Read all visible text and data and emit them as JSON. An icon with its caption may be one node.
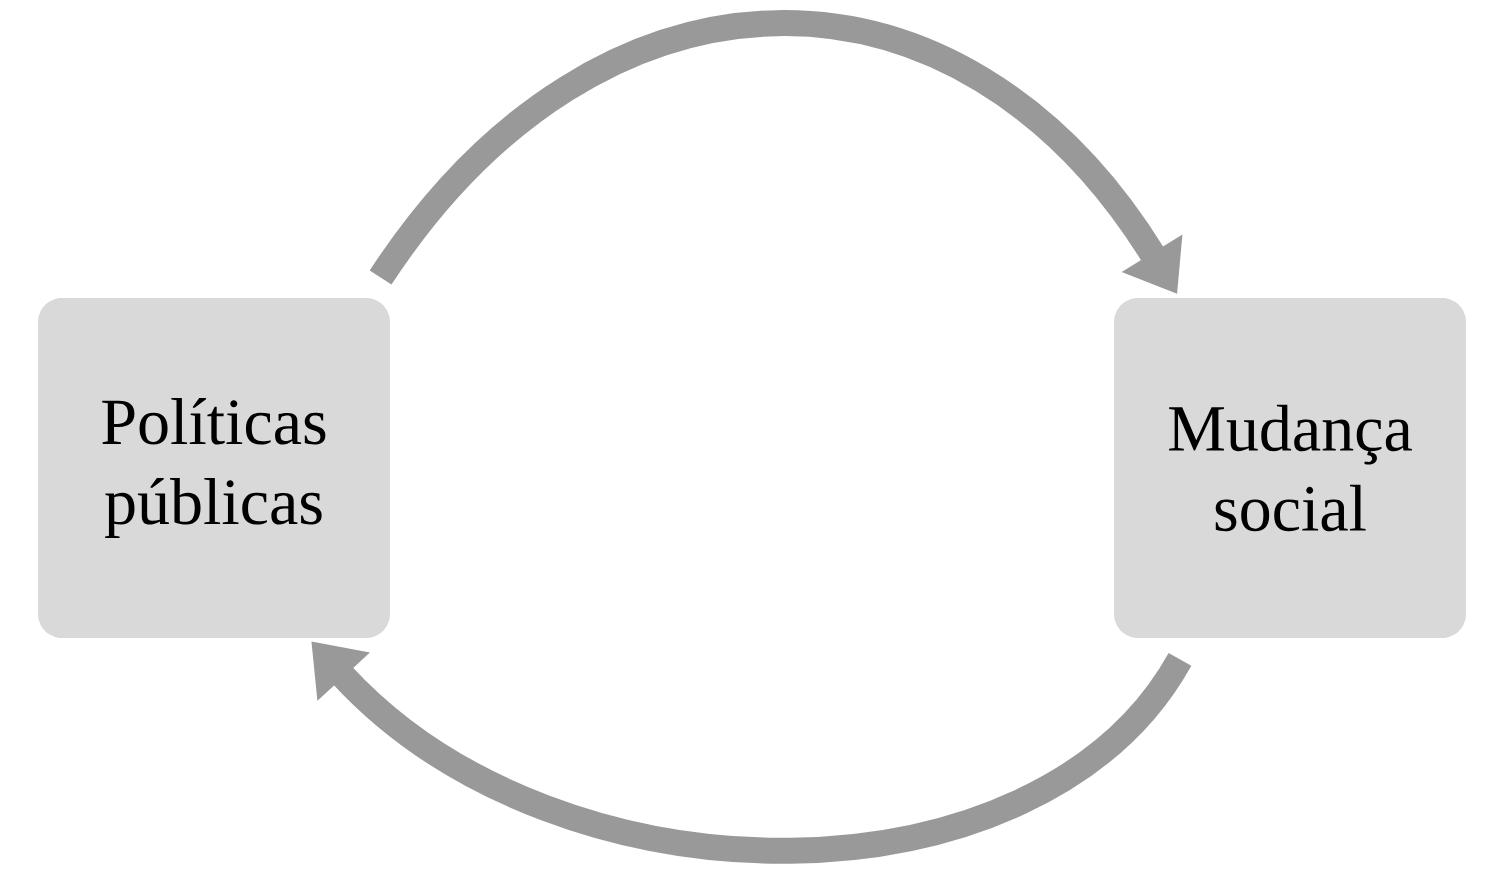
{
  "diagram": {
    "nodes": [
      {
        "text": [
          "Políticas públicas"
        ]
      },
      {
        "text": [
          "Mudança social"
        ]
      }
    ],
    "edges": [
      {
        "from": 0,
        "to": 1,
        "arrow": "to"
      },
      {
        "from": 1,
        "to": 0,
        "arrow": "to"
      }
    ]
  }
}
